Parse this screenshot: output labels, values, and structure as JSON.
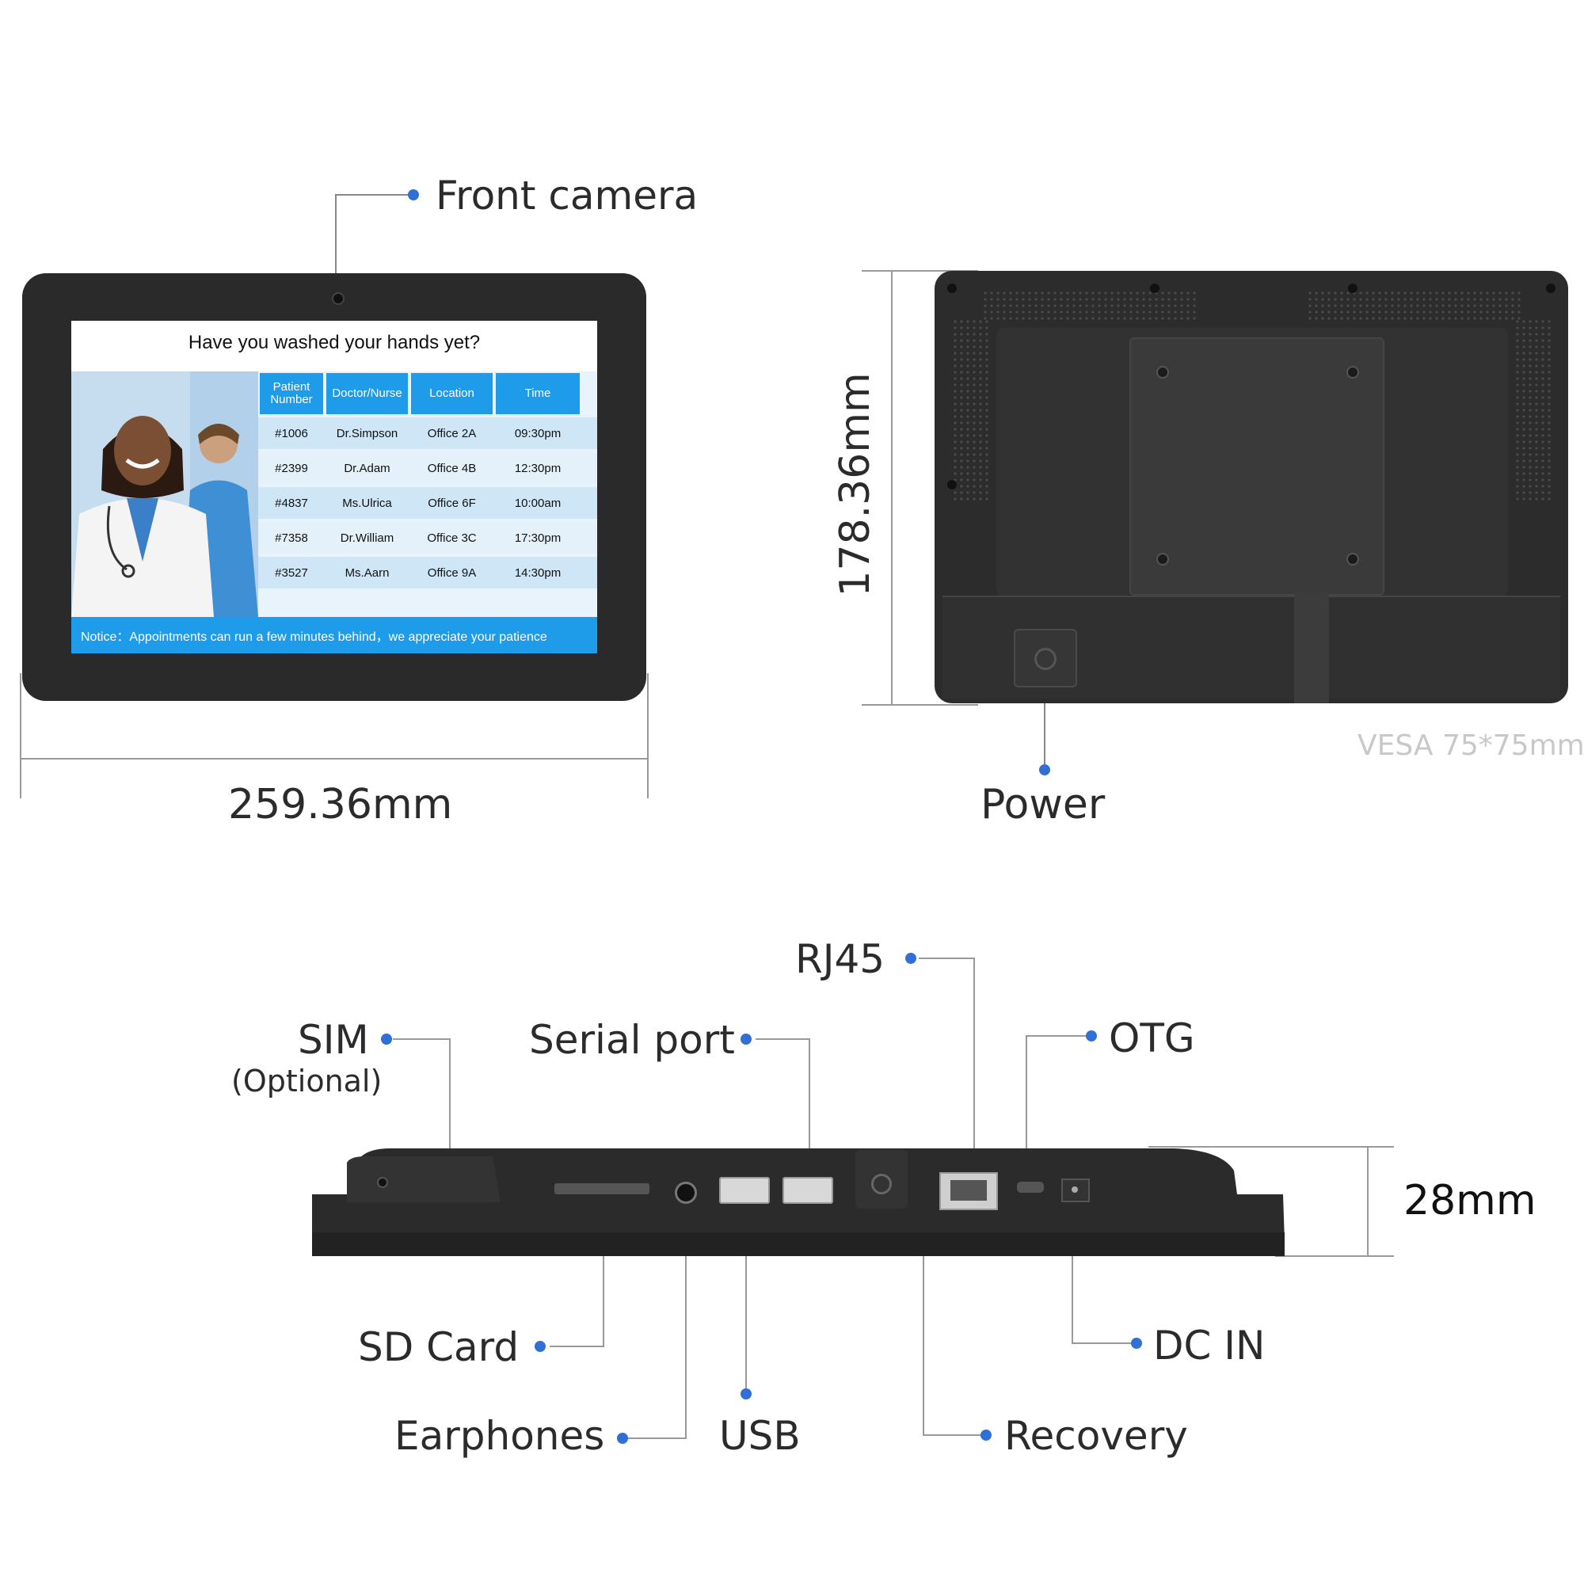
{
  "labels": {
    "front_camera": "Front camera",
    "width_dim": "259.36mm",
    "height_dim": "178.36mm",
    "power": "Power",
    "vesa": "VESA 75*75mm",
    "rj45": "RJ45",
    "sim": "SIM",
    "sim_optional": "(Optional)",
    "serial_port": "Serial port",
    "otg": "OTG",
    "depth_dim": "28mm",
    "sd_card": "SD Card",
    "dc_in": "DC IN",
    "earphones": "Earphones",
    "usb": "USB",
    "recovery": "Recovery"
  },
  "screen": {
    "title": "Have you washed your hands yet?",
    "headers": [
      "Patient Number",
      "Doctor/Nurse",
      "Location",
      "Time"
    ],
    "rows": [
      [
        "#1006",
        "Dr.Simpson",
        "Office 2A",
        "09:30pm"
      ],
      [
        "#2399",
        "Dr.Adam",
        "Office 4B",
        "12:30pm"
      ],
      [
        "#4837",
        "Ms.Ulrica",
        "Office 6F",
        "10:00am"
      ],
      [
        "#7358",
        "Dr.William",
        "Office 3C",
        "17:30pm"
      ],
      [
        "#3527",
        "Ms.Aarn",
        "Office 9A",
        "14:30pm"
      ]
    ],
    "notice": "Notice：Appointments can run a few minutes behind，we appreciate your patience"
  },
  "colors": {
    "accent": "#2f6fd6",
    "screen_header": "#1e9be9",
    "device_body": "#2a2a2a"
  }
}
